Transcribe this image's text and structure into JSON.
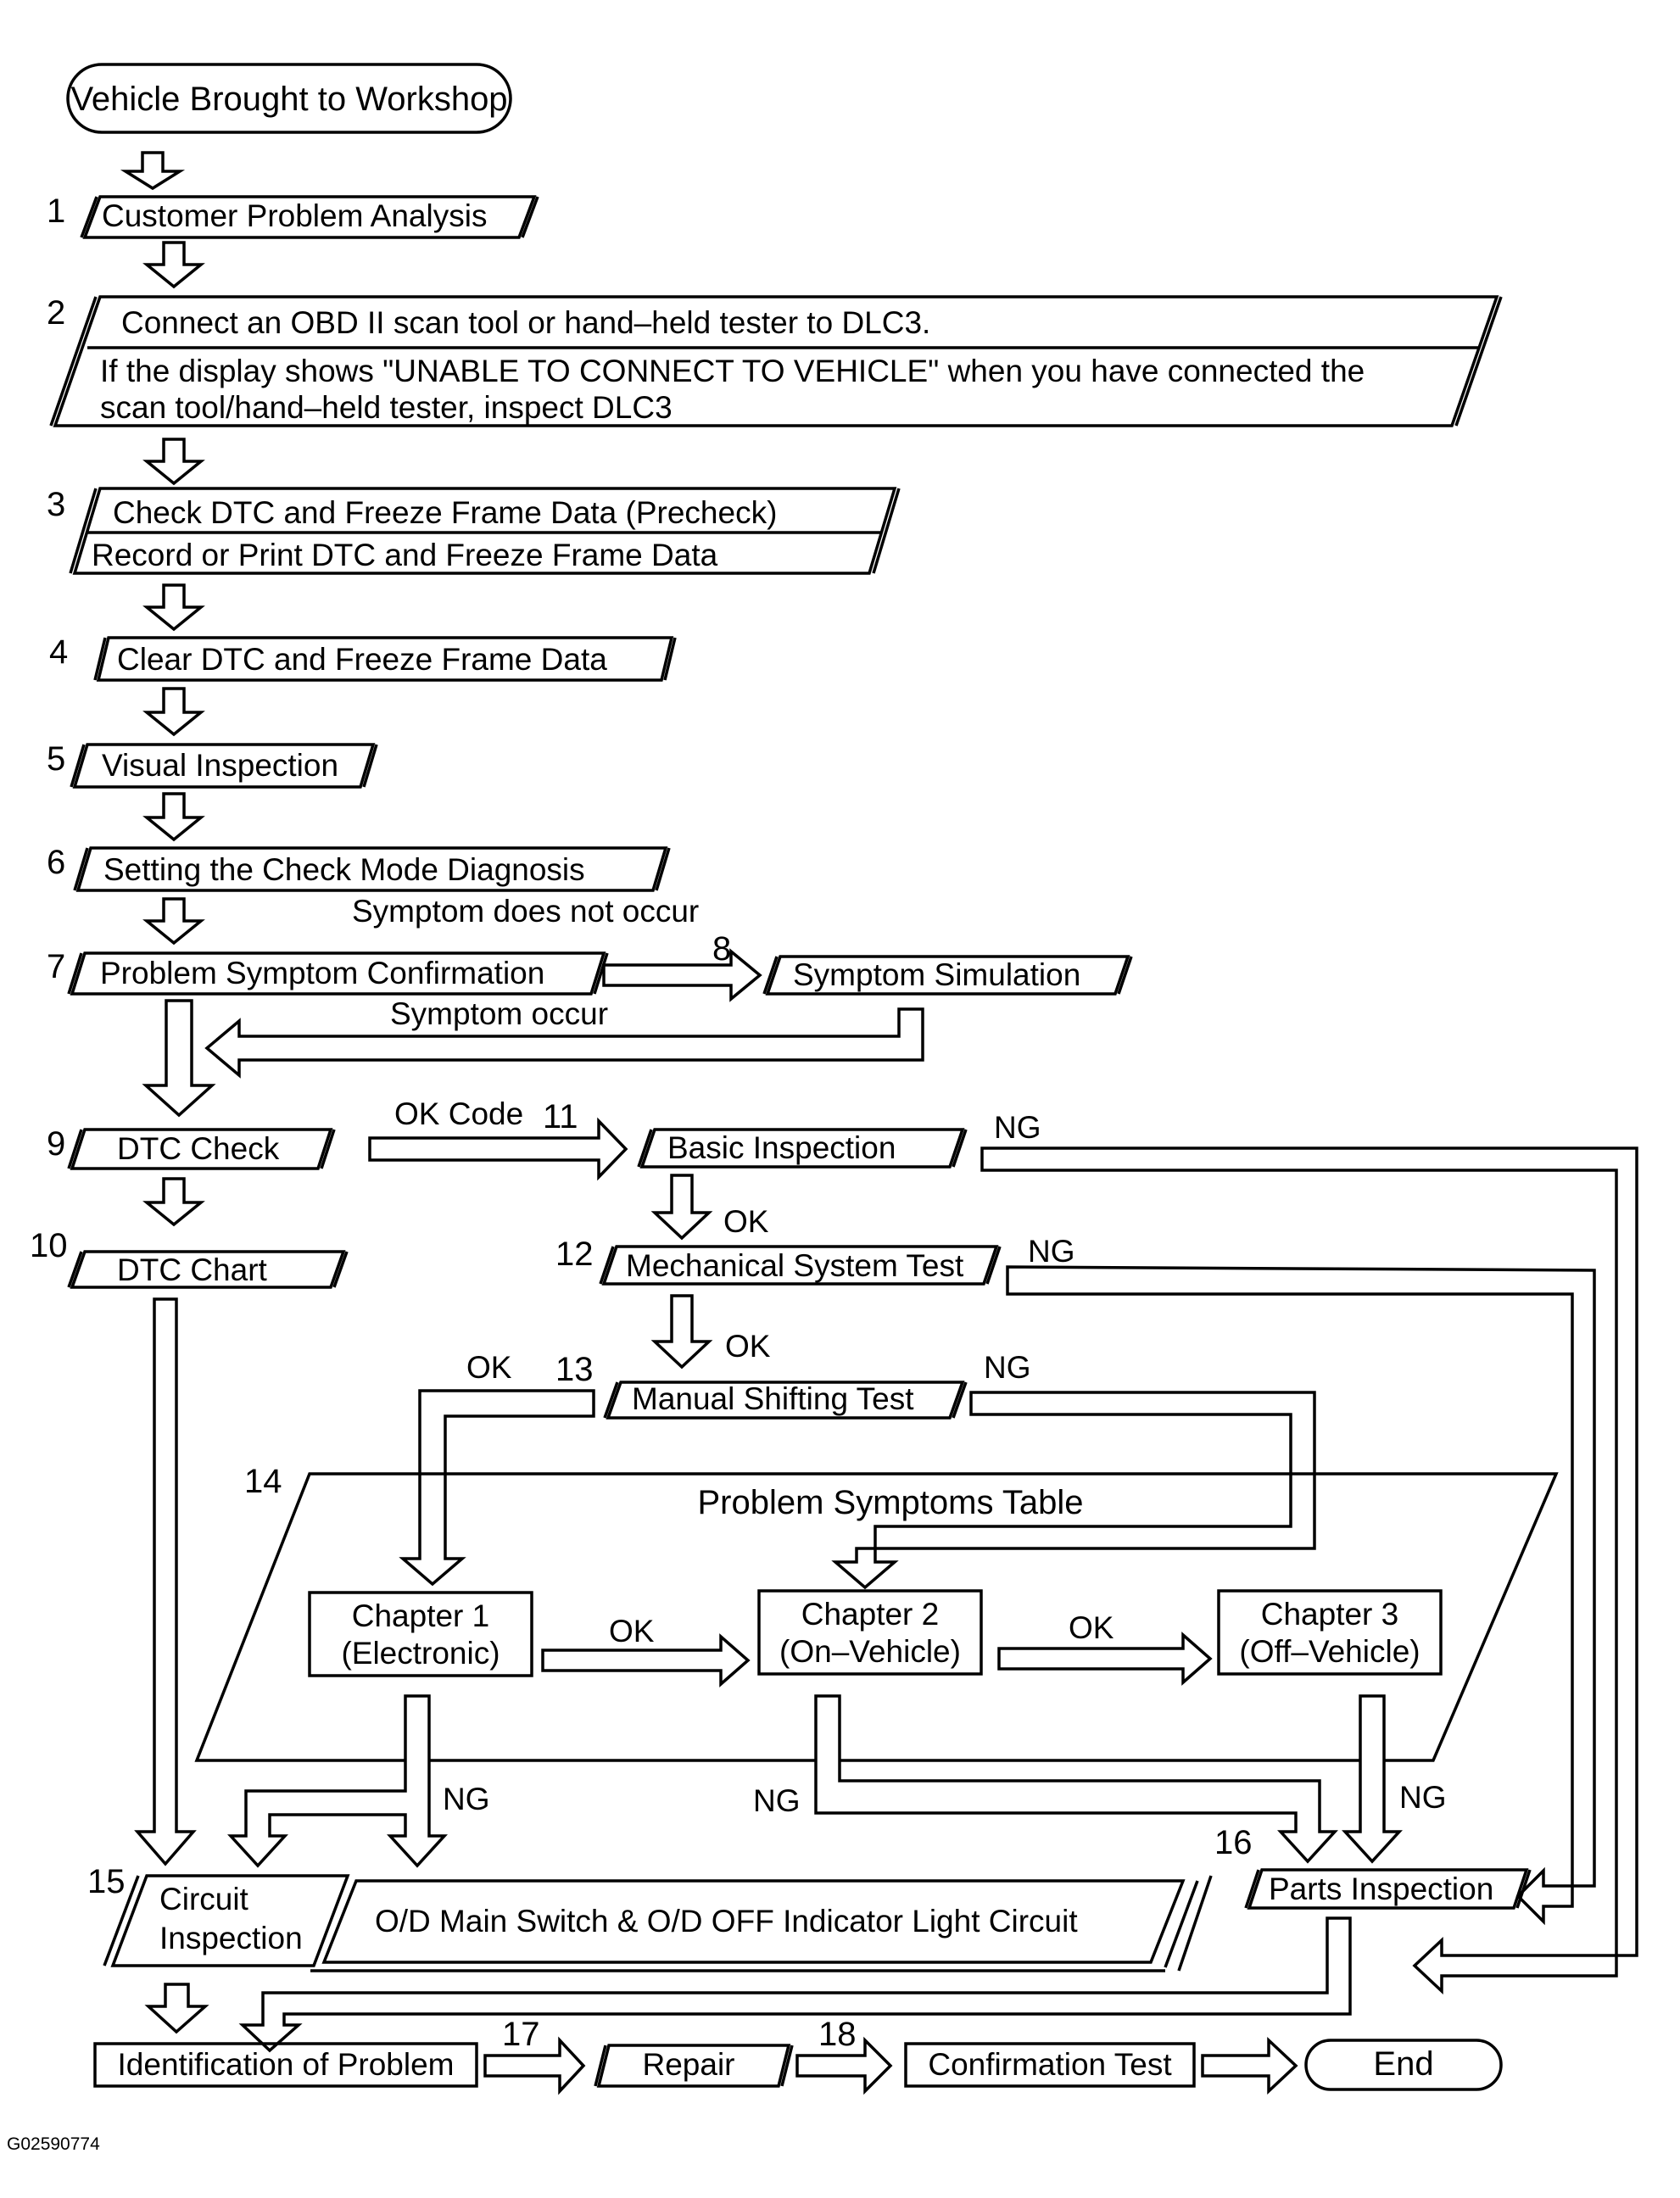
{
  "start": "Vehicle Brought to Workshop",
  "steps": {
    "s1": {
      "num": "1",
      "text": "Customer Problem Analysis"
    },
    "s2": {
      "num": "2",
      "line1": "Connect an OBD II scan tool or hand–held tester to DLC3.",
      "line2": "If the display shows \"UNABLE TO CONNECT TO VEHICLE\" when you have connected the",
      "line3": "scan tool/hand–held tester, inspect DLC3"
    },
    "s3": {
      "num": "3",
      "line1": "Check DTC and Freeze Frame Data (Precheck)",
      "line2": "Record or Print DTC and Freeze Frame Data"
    },
    "s4": {
      "num": "4",
      "text": "Clear DTC and Freeze Frame Data"
    },
    "s5": {
      "num": "5",
      "text": "Visual Inspection"
    },
    "s6": {
      "num": "6",
      "text": "Setting the Check Mode Diagnosis"
    },
    "s7": {
      "num": "7",
      "text": "Problem Symptom Confirmation"
    },
    "s8": {
      "num": "8",
      "text": "Symptom Simulation"
    },
    "s9": {
      "num": "9",
      "text": "DTC Check"
    },
    "s10": {
      "num": "10",
      "text": "DTC Chart"
    },
    "s11": {
      "num": "11",
      "text": "Basic Inspection"
    },
    "s12": {
      "num": "12",
      "text": "Mechanical System Test"
    },
    "s13": {
      "num": "13",
      "text": "Manual Shifting Test"
    },
    "s14": {
      "num": "14",
      "title": "Problem Symptoms Table"
    },
    "chapter1": {
      "line1": "Chapter 1",
      "line2": "(Electronic)"
    },
    "chapter2": {
      "line1": "Chapter 2",
      "line2": "(On–Vehicle)"
    },
    "chapter3": {
      "line1": "Chapter 3",
      "line2": "(Off–Vehicle)"
    },
    "s15": {
      "num": "15",
      "line1": "Circuit",
      "line2": "Inspection",
      "circuit": "O/D Main Switch & O/D OFF Indicator Light Circuit"
    },
    "s16": {
      "num": "16",
      "text": "Parts Inspection"
    },
    "identification": "Identification of Problem",
    "s17": {
      "num": "17",
      "text": "Repair"
    },
    "s18": {
      "num": "18",
      "text": "Confirmation Test"
    },
    "end": "End"
  },
  "labels": {
    "symptom_not_occur": "Symptom does not occur",
    "symptom_occur": "Symptom occur",
    "ok_code": "OK Code",
    "ok": "OK",
    "ng": "NG"
  },
  "figure_id": "G02590774"
}
